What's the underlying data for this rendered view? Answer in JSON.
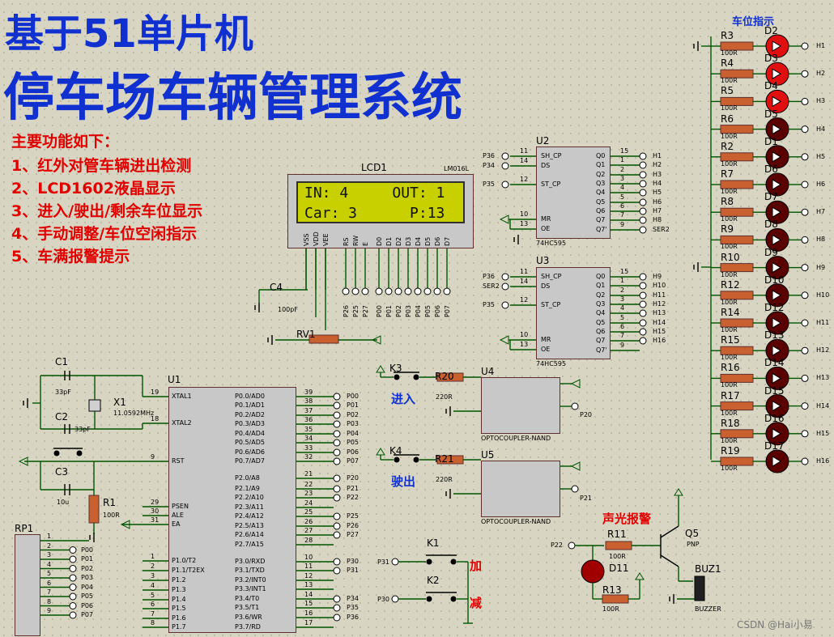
{
  "title_line1": "基于51单片机",
  "title_line2": "停车场车辆管理系统",
  "features_heading": "主要功能如下：",
  "features": [
    "1、红外对管车辆进出检测",
    "2、LCD1602液晶显示",
    "3、进入/驶出/剩余车位显示",
    "4、手动调整/车位空闲指示",
    "5、车满报警提示"
  ],
  "lcd": {
    "ref": "LCD1",
    "part": "LM016L",
    "line1": "IN: 4     OUT: 1",
    "line2": "Car: 3      P:13",
    "pins": [
      "VSS",
      "VDD",
      "VEE",
      "RS",
      "RW",
      "E",
      "D0",
      "D1",
      "D2",
      "D3",
      "D4",
      "D5",
      "D6",
      "D7"
    ],
    "nets": [
      "P26",
      "P25",
      "P27",
      "P00",
      "P01",
      "P02",
      "P03",
      "P04",
      "P05",
      "P06",
      "P07"
    ]
  },
  "cap_c4": {
    "ref": "C4",
    "value": "100pF"
  },
  "rv1": {
    "ref": "RV1"
  },
  "mcu": {
    "ref": "U1",
    "left_pins": [
      "XTAL1",
      "XTAL2",
      "RST",
      "PSEN",
      "ALE",
      "EA",
      "P1.0/T2",
      "P1.1/T2EX",
      "P1.2",
      "P1.3",
      "P1.4",
      "P1.5",
      "P1.6",
      "P1.7"
    ],
    "left_nums": [
      "19",
      "18",
      "9",
      "29",
      "30",
      "31",
      "1",
      "2",
      "3",
      "4",
      "5",
      "6",
      "7",
      "8"
    ],
    "right_pins": [
      "P0.0/AD0",
      "P0.1/AD1",
      "P0.2/AD2",
      "P0.3/AD3",
      "P0.4/AD4",
      "P0.5/AD5",
      "P0.6/AD6",
      "P0.7/AD7",
      "P2.0/A8",
      "P2.1/A9",
      "P2.2/A10",
      "P2.3/A11",
      "P2.4/A12",
      "P2.5/A13",
      "P2.6/A14",
      "P2.7/A15",
      "P3.0/RXD",
      "P3.1/TXD",
      "P3.2/INT0",
      "P3.3/INT1",
      "P3.4/T0",
      "P3.5/T1",
      "P3.6/WR",
      "P3.7/RD"
    ],
    "right_nums": [
      "39",
      "38",
      "37",
      "36",
      "35",
      "34",
      "33",
      "32",
      "21",
      "22",
      "23",
      "24",
      "25",
      "26",
      "27",
      "28",
      "10",
      "11",
      "12",
      "13",
      "14",
      "15",
      "16",
      "17"
    ],
    "right_nets": [
      "P00",
      "P01",
      "P02",
      "P03",
      "P04",
      "P05",
      "P06",
      "P07",
      "P20",
      "P21",
      "P22",
      "",
      "P25",
      "P26",
      "P27",
      "",
      "P30",
      "P31",
      "",
      "",
      "P34",
      "P35",
      "P36",
      ""
    ]
  },
  "osc": {
    "c1": "C1",
    "c1v": "33pF",
    "c2": "C2",
    "c2v": "33pF",
    "x1": "X1",
    "x1v": "11.0592MHz",
    "c3": "C3",
    "c3v": "10u",
    "r1": "R1",
    "r1v": "100R"
  },
  "rp1": {
    "ref": "RP1",
    "nums": [
      "1",
      "2",
      "3",
      "4",
      "5",
      "6",
      "7",
      "8",
      "9"
    ],
    "nets": [
      "P00",
      "P01",
      "P02",
      "P03",
      "P04",
      "P05",
      "P06",
      "P07"
    ]
  },
  "u2": {
    "ref": "U2",
    "part": "74HC595",
    "in_nets": [
      "P36",
      "P34",
      "P35"
    ],
    "in_pins": [
      "SH_CP",
      "DS",
      "ST_CP",
      "MR",
      "OE"
    ],
    "in_nums": [
      "11",
      "14",
      "12",
      "10",
      "13"
    ],
    "out_pins": [
      "Q0",
      "Q1",
      "Q2",
      "Q3",
      "Q4",
      "Q5",
      "Q6",
      "Q7",
      "Q7'"
    ],
    "out_nums": [
      "15",
      "1",
      "2",
      "3",
      "4",
      "5",
      "6",
      "7",
      "9"
    ],
    "out_nets": [
      "H1",
      "H2",
      "H3",
      "H4",
      "H5",
      "H6",
      "H7",
      "H8",
      "SER2"
    ]
  },
  "u3": {
    "ref": "U3",
    "part": "74HC595",
    "in_nets": [
      "P36",
      "SER2",
      "P35"
    ],
    "in_pins": [
      "SH_CP",
      "DS",
      "ST_CP",
      "MR",
      "OE"
    ],
    "in_nums": [
      "11",
      "14",
      "12",
      "10",
      "13"
    ],
    "out_pins": [
      "Q0",
      "Q1",
      "Q2",
      "Q3",
      "Q4",
      "Q5",
      "Q6",
      "Q7",
      "Q7'"
    ],
    "out_nums": [
      "15",
      "1",
      "2",
      "3",
      "4",
      "5",
      "6",
      "7",
      "9"
    ],
    "out_nets": [
      "H9",
      "H10",
      "H11",
      "H12",
      "H13",
      "H14",
      "H15",
      "H16",
      ""
    ]
  },
  "k3": {
    "ref": "K3",
    "label": "进入",
    "r": "R20",
    "rv": "220R"
  },
  "k4": {
    "ref": "K4",
    "label": "驶出",
    "r": "R21",
    "rv": "220R"
  },
  "u4": {
    "ref": "U4",
    "part": "OPTOCOUPLER-NAND",
    "net": "P20"
  },
  "u5": {
    "ref": "U5",
    "part": "OPTOCOUPLER-NAND",
    "net": "P21"
  },
  "k1": {
    "ref": "K1",
    "net": "P31",
    "label": "加"
  },
  "k2": {
    "ref": "K2",
    "net": "P30",
    "label": "减"
  },
  "alarm": {
    "label": "声光报警",
    "q5": "Q5",
    "q5t": "PNP",
    "r11": "R11",
    "r11v": "100R",
    "d11": "D11",
    "r13": "R13",
    "r13v": "100R",
    "buz": "BUZ1",
    "buzt": "BUZZER",
    "net": "P22"
  },
  "leds": {
    "heading": "车位指示",
    "resistors": [
      "R3",
      "R4",
      "R5",
      "R6",
      "R2",
      "R7",
      "R8",
      "R9",
      "R10",
      "R12",
      "R14",
      "R15",
      "R16",
      "R17",
      "R18",
      "R19"
    ],
    "rvalue": "100R",
    "diodes": [
      "D2",
      "D3",
      "D4",
      "D5",
      "D1",
      "D6",
      "D7",
      "D8",
      "D9",
      "D10",
      "D12",
      "D13",
      "D14",
      "D15",
      "D16",
      "D17"
    ],
    "nets": [
      "H1",
      "H2",
      "H3",
      "H4",
      "H5",
      "H6",
      "H7",
      "H8",
      "H9",
      "H10",
      "H11",
      "H12",
      "H13",
      "H14",
      "H15",
      "H16"
    ],
    "lit_count": 3,
    "lit_color": "#e01010",
    "off_color": "#5a0000"
  },
  "watermark": "CSDN @Hai小易"
}
